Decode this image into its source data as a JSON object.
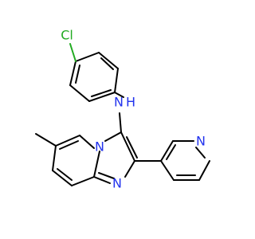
{
  "atoms": {
    "chlorine": {
      "label": "Cl",
      "color": "#22aa22"
    },
    "amine": {
      "label": "N",
      "sub_label": "H",
      "color": "#2233ee"
    },
    "ring_n_bridge": {
      "label": "N",
      "color": "#2233ee"
    },
    "ring_n_imidazole": {
      "label": "N",
      "color": "#2233ee"
    },
    "ring_n_pyridine": {
      "label": "N",
      "color": "#2233ee"
    }
  },
  "bond_color": "#000000"
}
